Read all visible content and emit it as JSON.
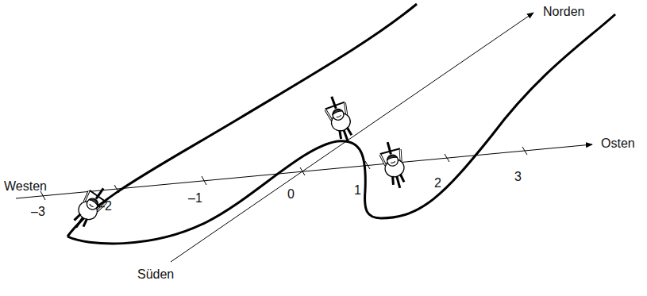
{
  "diagram": {
    "labels": [
      "Norden",
      "Osten",
      "Westen",
      "Süden",
      "–3",
      "–2",
      "–1",
      "0",
      "1",
      "2",
      "3"
    ]
  }
}
